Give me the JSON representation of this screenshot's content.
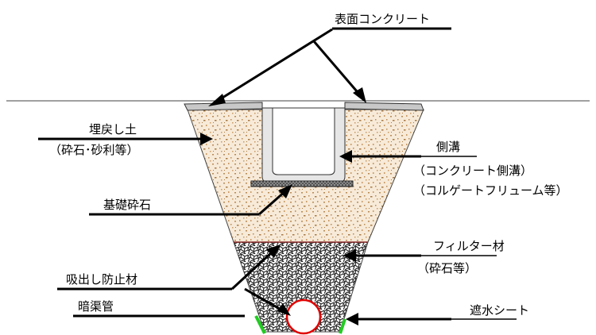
{
  "labels": {
    "surface_concrete": "表面コンクリート",
    "backfill": "埋戻し土",
    "backfill_note": "（砕石･砂利等）",
    "side_ditch": "側溝",
    "side_ditch_note1": "（コンクリート側溝）",
    "side_ditch_note2": "（コルゲートフリューム等）",
    "base_gravel": "基礎砕石",
    "suction_prevention": "吸出し防止材",
    "filter_material": "フィルター材",
    "filter_note": "（砕石等）",
    "drain_pipe": "暗渠管",
    "waterproof_sheet": "遮水シート"
  },
  "colors": {
    "backfill_fill": "#f7ead8",
    "backfill_speckle": "#b98a55",
    "filter_fill": "#2a2a2a",
    "concrete_fill": "#c8c8c8",
    "sheet": "#22cc22",
    "pipe": "#e00000",
    "filter_boundary": "#8b2a2a"
  }
}
